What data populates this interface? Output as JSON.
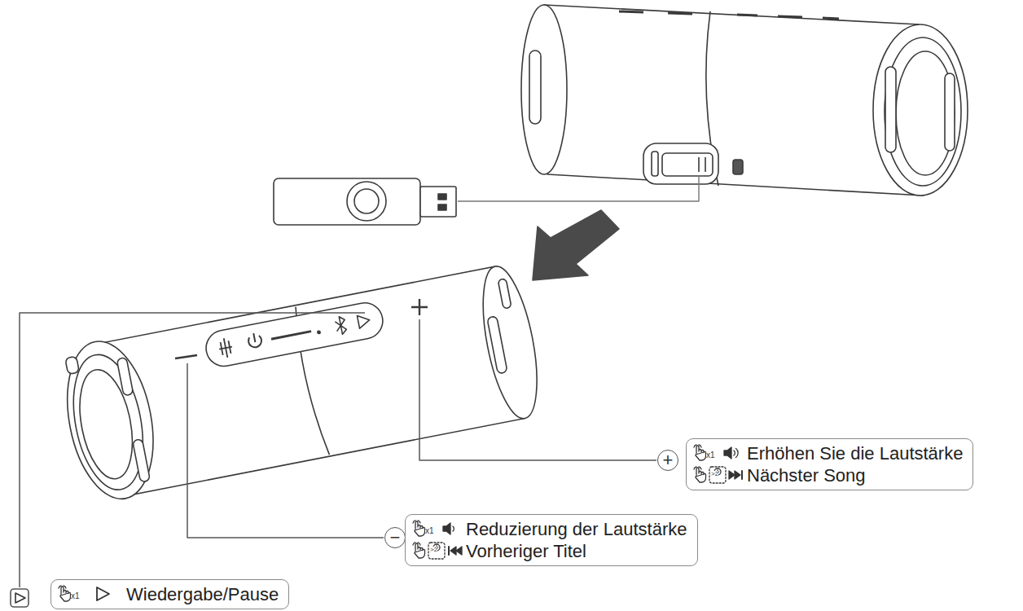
{
  "diagram": {
    "nodes": [
      {
        "text": [
          "+"
        ]
      },
      {
        "text": [
          "Erhöhen Sie die Lautstärke",
          "Nächster Song"
        ]
      },
      {
        "text": [
          "−"
        ]
      },
      {
        "text": [
          "Reduzierung der Lautstärke",
          "Vorheriger Titel"
        ]
      },
      {
        "text": [
          "Wiedergabe/Pause"
        ]
      }
    ],
    "labels": [
      "x1",
      ">2",
      "x1",
      ">2",
      "x1"
    ]
  }
}
